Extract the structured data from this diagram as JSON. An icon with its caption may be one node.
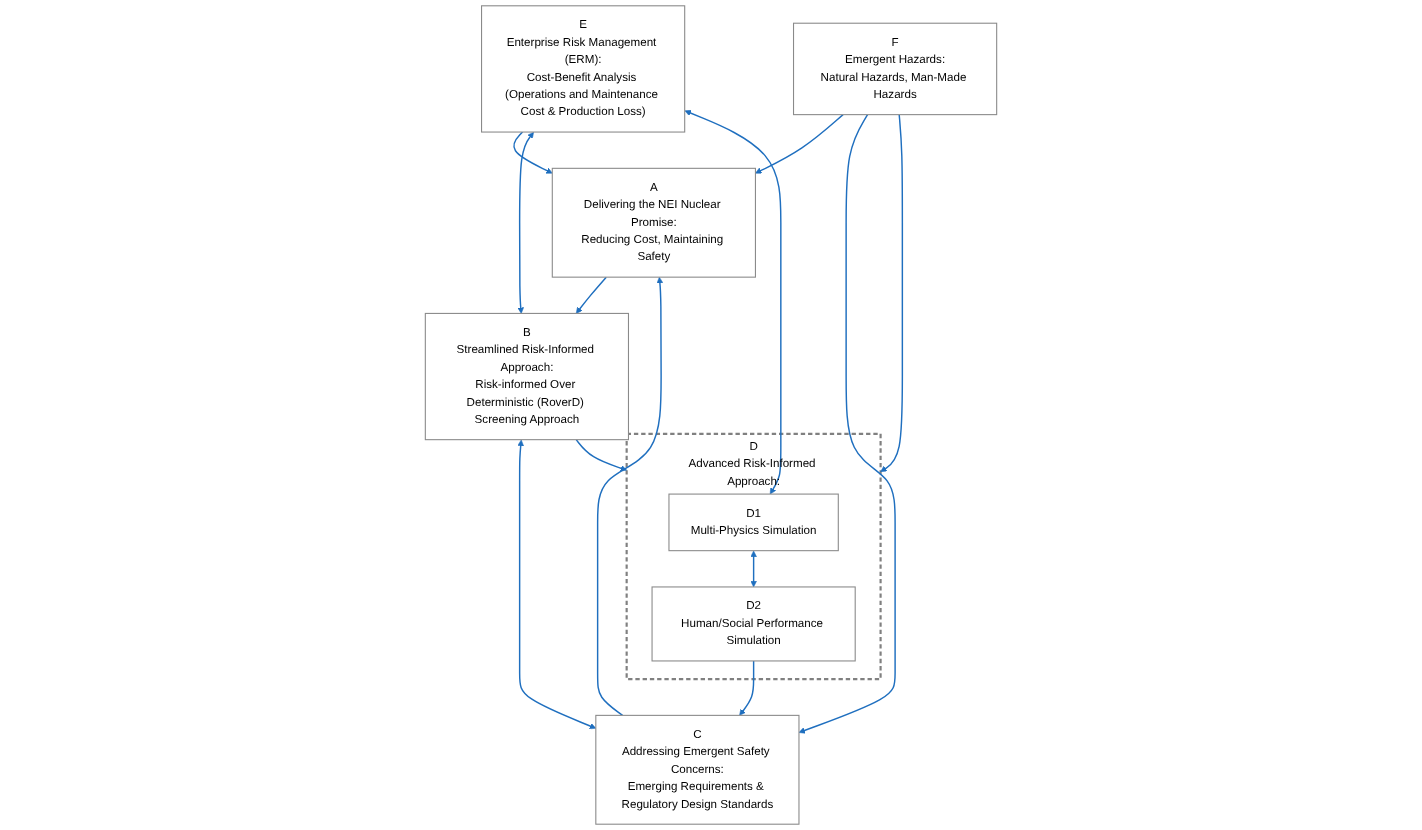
{
  "diagram": {
    "nodes": [
      {
        "text": [
          "A",
          "Delivering the NEI Nuclear Promise:",
          "Reducing Cost, Maintaining Safety"
        ]
      },
      {
        "text": [
          "E",
          "Enterprise Risk Management (ERM):",
          "Cost-Benefit Analysis (Operations and Maintenance Cost & Production Loss)"
        ]
      },
      {
        "text": [
          "B",
          "Streamlined Risk-Informed Approach:",
          "Risk-informed Over Deterministic (RoverD) Screening Approach"
        ]
      },
      {
        "text": [
          "C",
          "Addressing Emergent Safety Concerns:",
          "Emerging Requirements & Regulatory Design Standards"
        ]
      },
      {
        "text": [
          "D",
          "Advanced Risk-Informed Approach:"
        ]
      },
      {
        "text": [
          "D1",
          "Multi-Physics Simulation"
        ],
        "in": 4
      },
      {
        "text": [
          "D2",
          "Human/Social Performance Simulation"
        ],
        "in": 4
      },
      {
        "text": [
          "F",
          "Emergent Hazards:",
          "Natural Hazards, Man-Made Hazards"
        ]
      }
    ],
    "edges": [
      {
        "from": 7,
        "to": 0,
        "arrow": "to"
      },
      {
        "from": 1,
        "to": 0,
        "arrow": "to"
      },
      {
        "from": 3,
        "to": 0,
        "arrow": "to"
      },
      {
        "from": 0,
        "to": 2,
        "arrow": "to"
      },
      {
        "from": 1,
        "to": 2,
        "arrow": "both"
      },
      {
        "from": 2,
        "to": 3,
        "arrow": "both"
      },
      {
        "from": 2,
        "to": 4,
        "arrow": "to"
      },
      {
        "from": 1,
        "to": 5,
        "arrow": "both"
      },
      {
        "from": 5,
        "to": 6,
        "arrow": "both"
      },
      {
        "from": 6,
        "to": 3,
        "arrow": "to"
      },
      {
        "from": 7,
        "to": 4,
        "arrow": "to"
      },
      {
        "from": 7,
        "to": 3,
        "arrow": "to"
      }
    ]
  }
}
